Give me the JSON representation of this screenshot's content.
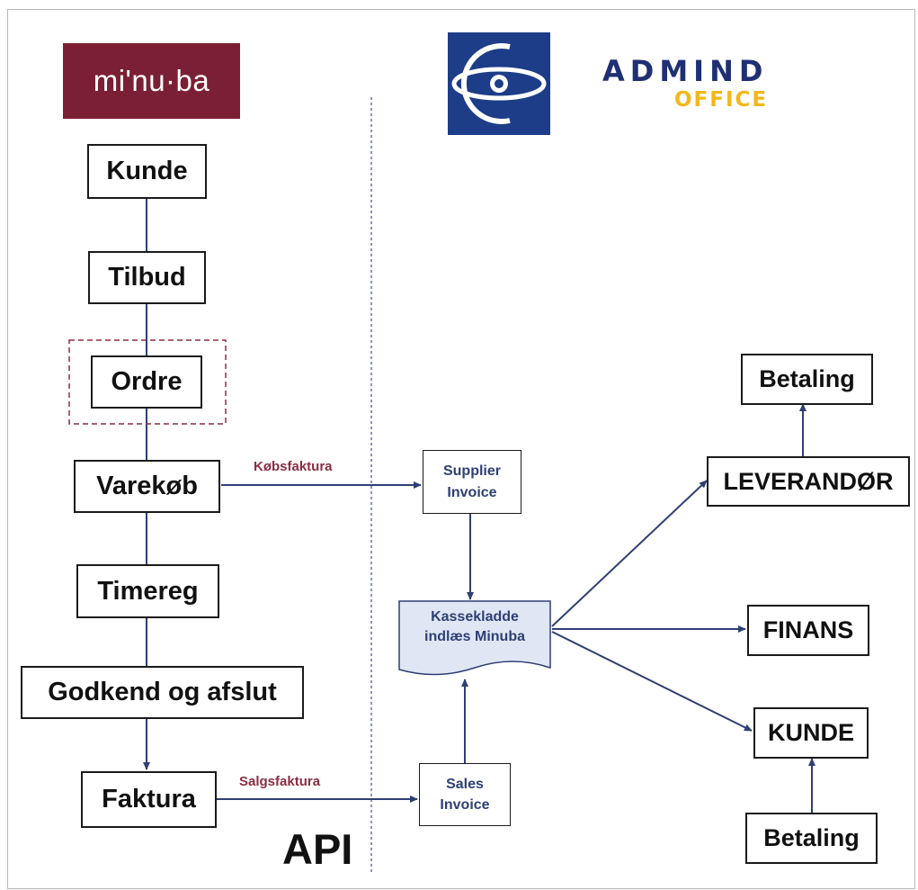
{
  "logos": {
    "minuba": "mi'nu·ba",
    "admind": "ADMIND",
    "office": "OFFICE"
  },
  "minuba_flow": [
    "Kunde",
    "Tilbud",
    "Ordre",
    "Varekøb",
    "Timereg",
    "Godkend og afslut",
    "Faktura"
  ],
  "edge_labels": {
    "purchase": "Købsfaktura",
    "sales": "Salgsfaktura"
  },
  "api_label": "API",
  "admind_flow": {
    "supplier_invoice": [
      "Supplier",
      "Invoice"
    ],
    "sales_invoice": [
      "Sales",
      "Invoice"
    ],
    "kassekladde": [
      "Kassekladde",
      "indlæs Minuba"
    ],
    "leverandor": "LEVERANDØR",
    "finans": "FINANS",
    "kunde": "KUNDE",
    "betaling_top": "Betaling",
    "betaling_bottom": "Betaling"
  },
  "colors": {
    "minuba_brand": "#7b2034",
    "admind_blue": "#1f2f73",
    "office_yellow": "#f2b71a",
    "arrow_navy": "#2f3f73",
    "edge_label_maroon": "#8b2d43",
    "kassekladde_fill": "#dfe7f5"
  }
}
